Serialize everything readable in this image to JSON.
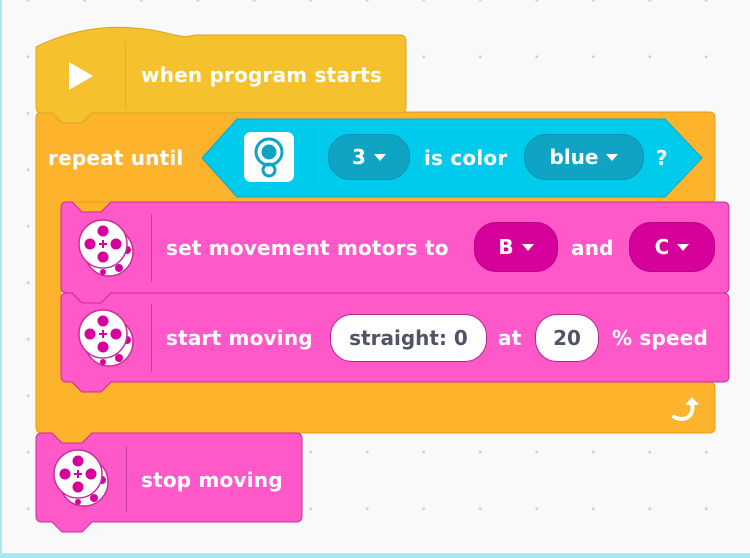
{
  "workspace": {
    "background": "#f9f9f9",
    "accent_border": "#a6e8f5"
  },
  "colors": {
    "events_yellow": "#f5c22e",
    "control_orange": "#fdb42c",
    "sensor_cyan": "#00cbed",
    "movement_pink": "#ff58c8",
    "dropdown_magenta": "#d6009a",
    "dropdown_teal": "#0fa4c4"
  },
  "blocks": {
    "when_program_starts": {
      "icon": "play-icon",
      "label": "when program starts"
    },
    "repeat_until": {
      "label": "repeat until",
      "loop_icon": "loop-arrow-icon",
      "condition": {
        "icon": "color-sensor-icon",
        "port": "3",
        "label": "is color",
        "color_value": "blue",
        "suffix": "?"
      },
      "body": [
        {
          "icon": "movement-motors-icon",
          "label_pre": "set movement motors to",
          "motor_1": "B",
          "label_mid": "and",
          "motor_2": "C"
        },
        {
          "icon": "movement-motors-icon",
          "label_pre": "start moving",
          "steering": "straight: 0",
          "label_mid": "at",
          "speed": "20",
          "label_post": "% speed"
        }
      ]
    },
    "stop_moving": {
      "icon": "movement-motors-icon",
      "label": "stop moving"
    }
  }
}
